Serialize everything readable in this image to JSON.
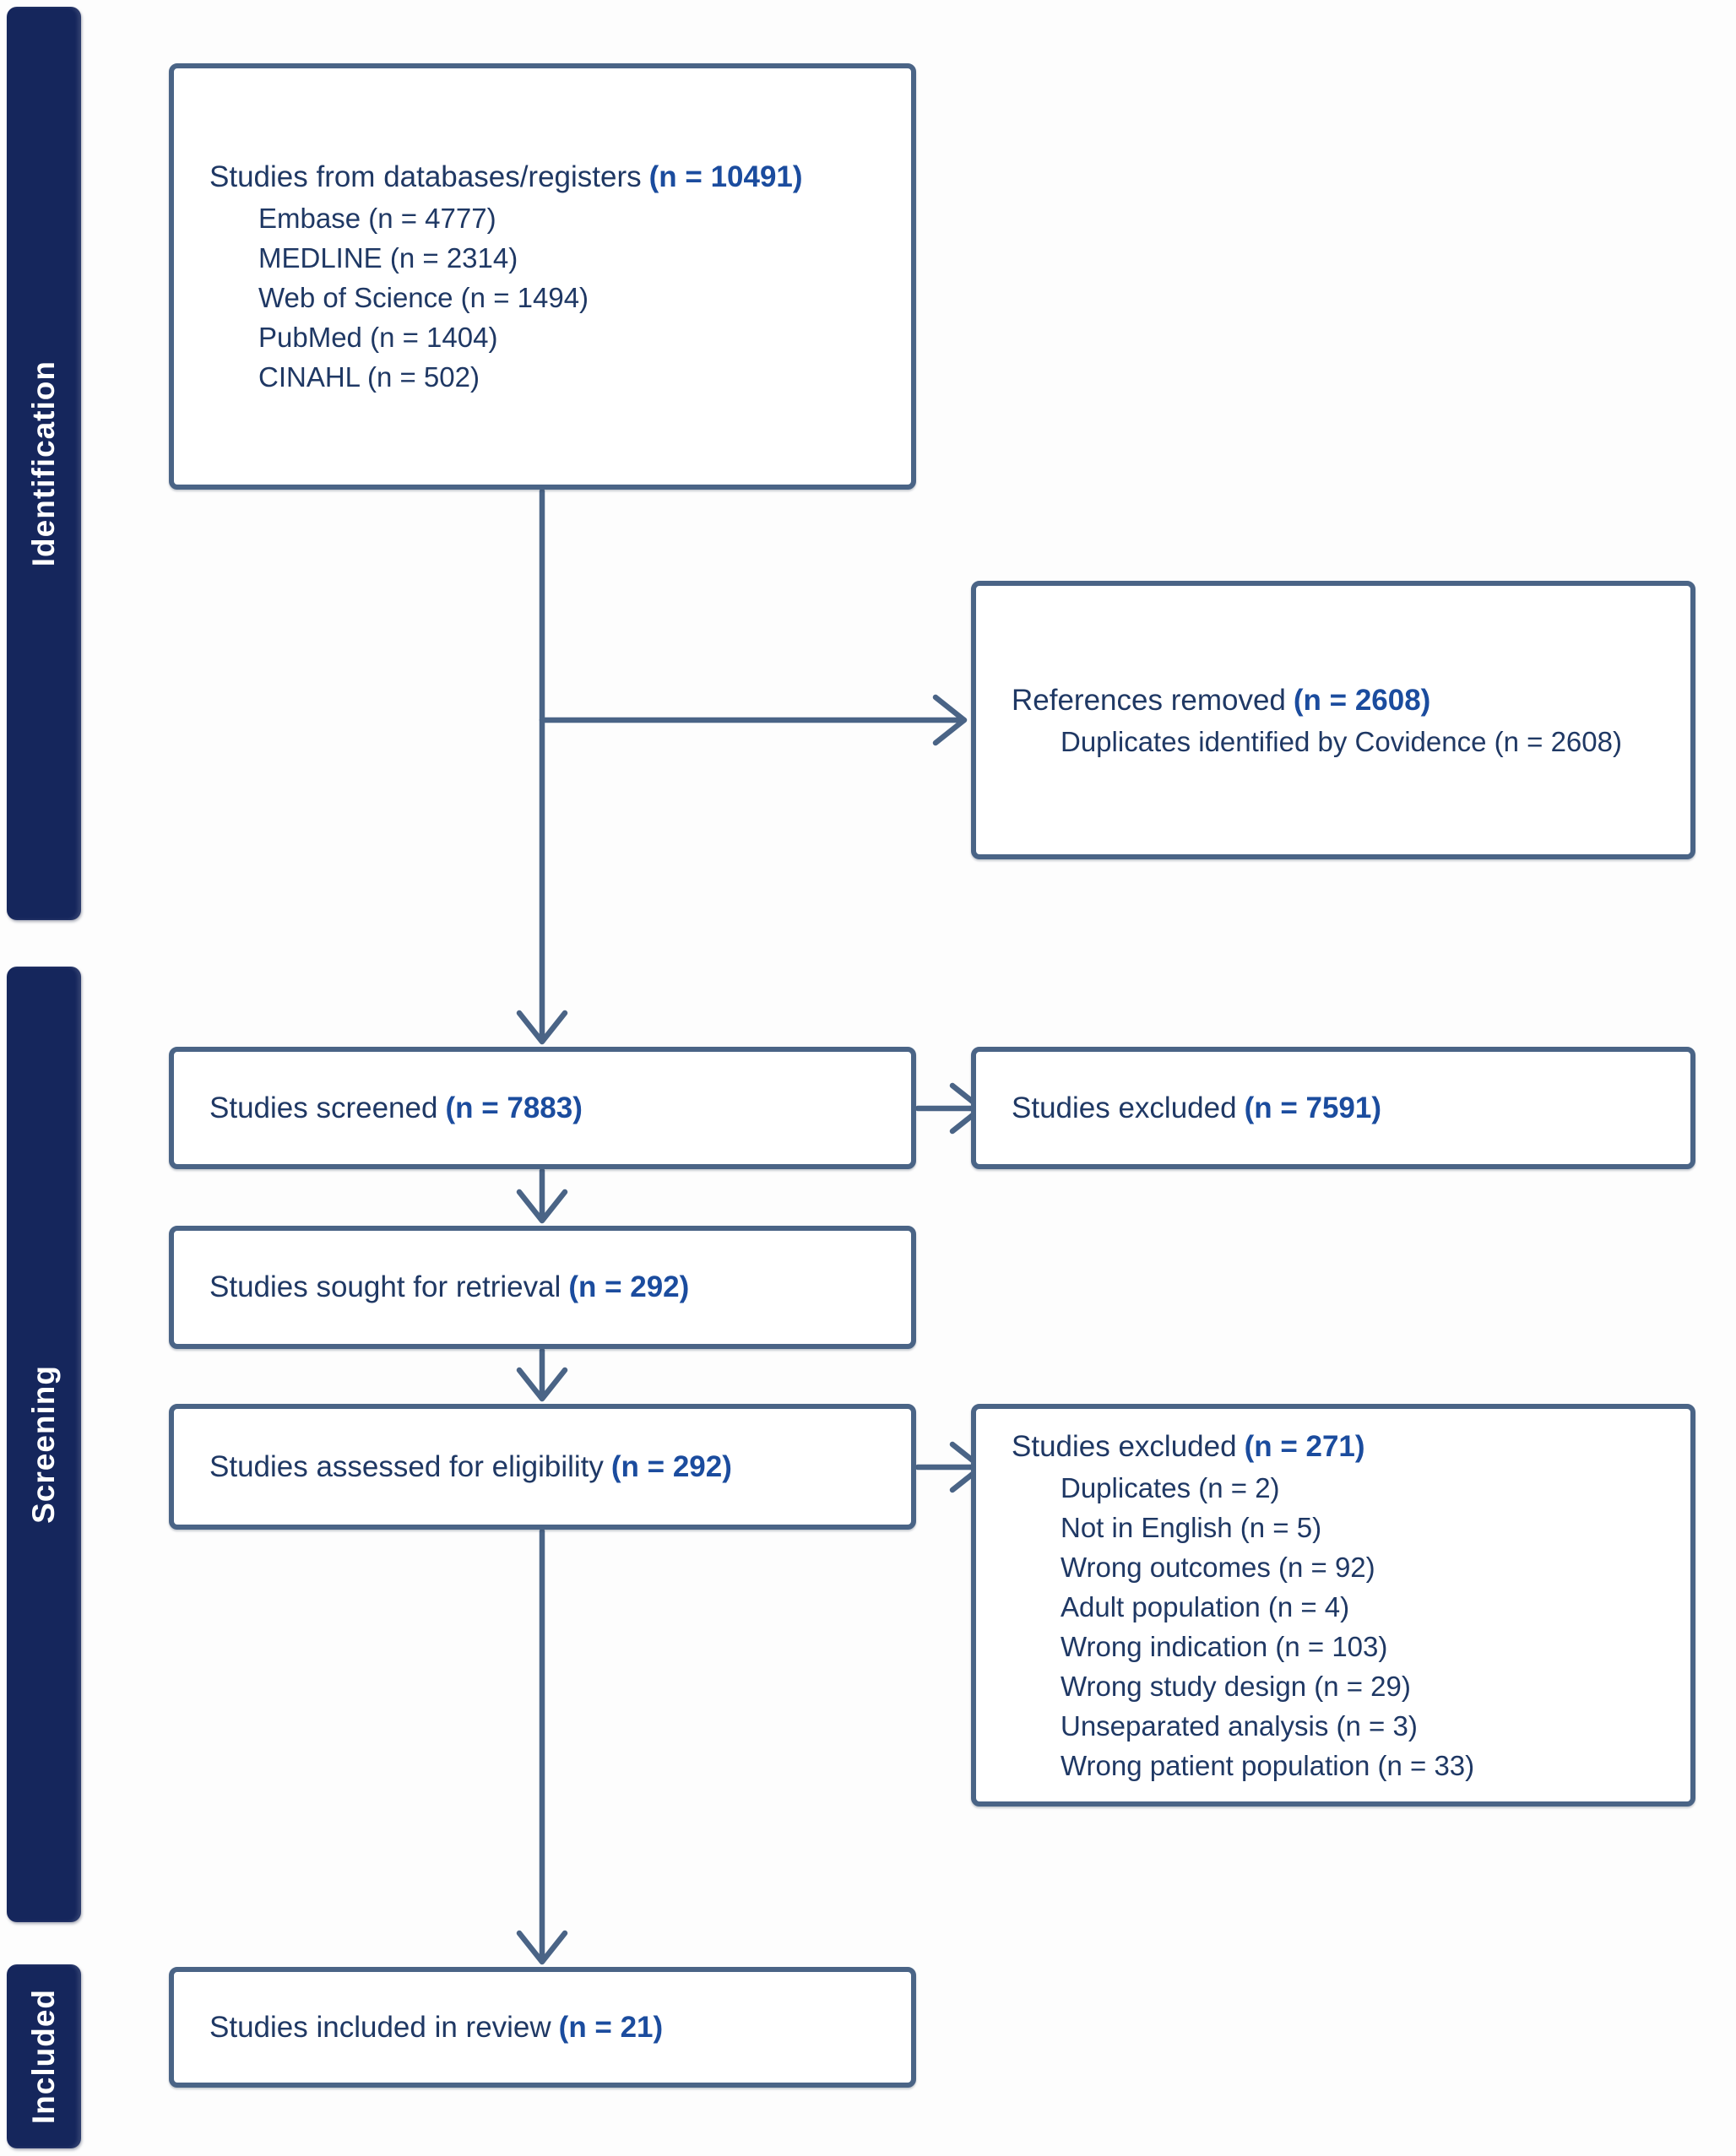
{
  "palette": {
    "border": "#4a6486",
    "text": "#1f3864",
    "accent": "#1b4c9e",
    "sidebar_bg": "#15265c",
    "sidebar_text": "#ffffff",
    "page_bg": "#fdfdfd"
  },
  "sidebar": {
    "stages": [
      {
        "label": "Identification"
      },
      {
        "label": "Screening"
      },
      {
        "label": "Included"
      }
    ]
  },
  "boxes": {
    "databases": {
      "title": "Studies from databases/registers",
      "count": "(n = 10491)",
      "items": [
        "Embase (n = 4777)",
        "MEDLINE (n = 2314)",
        "Web of Science (n = 1494)",
        "PubMed (n = 1404)",
        "CINAHL (n = 502)"
      ]
    },
    "references_removed": {
      "title": "References removed",
      "count": "(n = 2608)",
      "items": [
        "Duplicates identified by Covidence (n = 2608)"
      ]
    },
    "screened": {
      "title": "Studies screened",
      "count": "(n = 7883)"
    },
    "excluded_screening": {
      "title": "Studies excluded",
      "count": "(n = 7591)"
    },
    "sought": {
      "title": "Studies sought for retrieval",
      "count": "(n = 292)"
    },
    "assessed": {
      "title": "Studies assessed for eligibility",
      "count": "(n = 292)"
    },
    "excluded_eligibility": {
      "title": "Studies excluded",
      "count": "(n = 271)",
      "items": [
        "Duplicates (n = 2)",
        "Not in English (n = 5)",
        "Wrong outcomes (n = 92)",
        "Adult population (n = 4)",
        "Wrong indication (n = 103)",
        "Wrong study design (n = 29)",
        "Unseparated analysis (n = 3)",
        "Wrong patient population (n = 33)"
      ]
    },
    "included": {
      "title": "Studies included in review",
      "count": "(n = 21)"
    }
  }
}
